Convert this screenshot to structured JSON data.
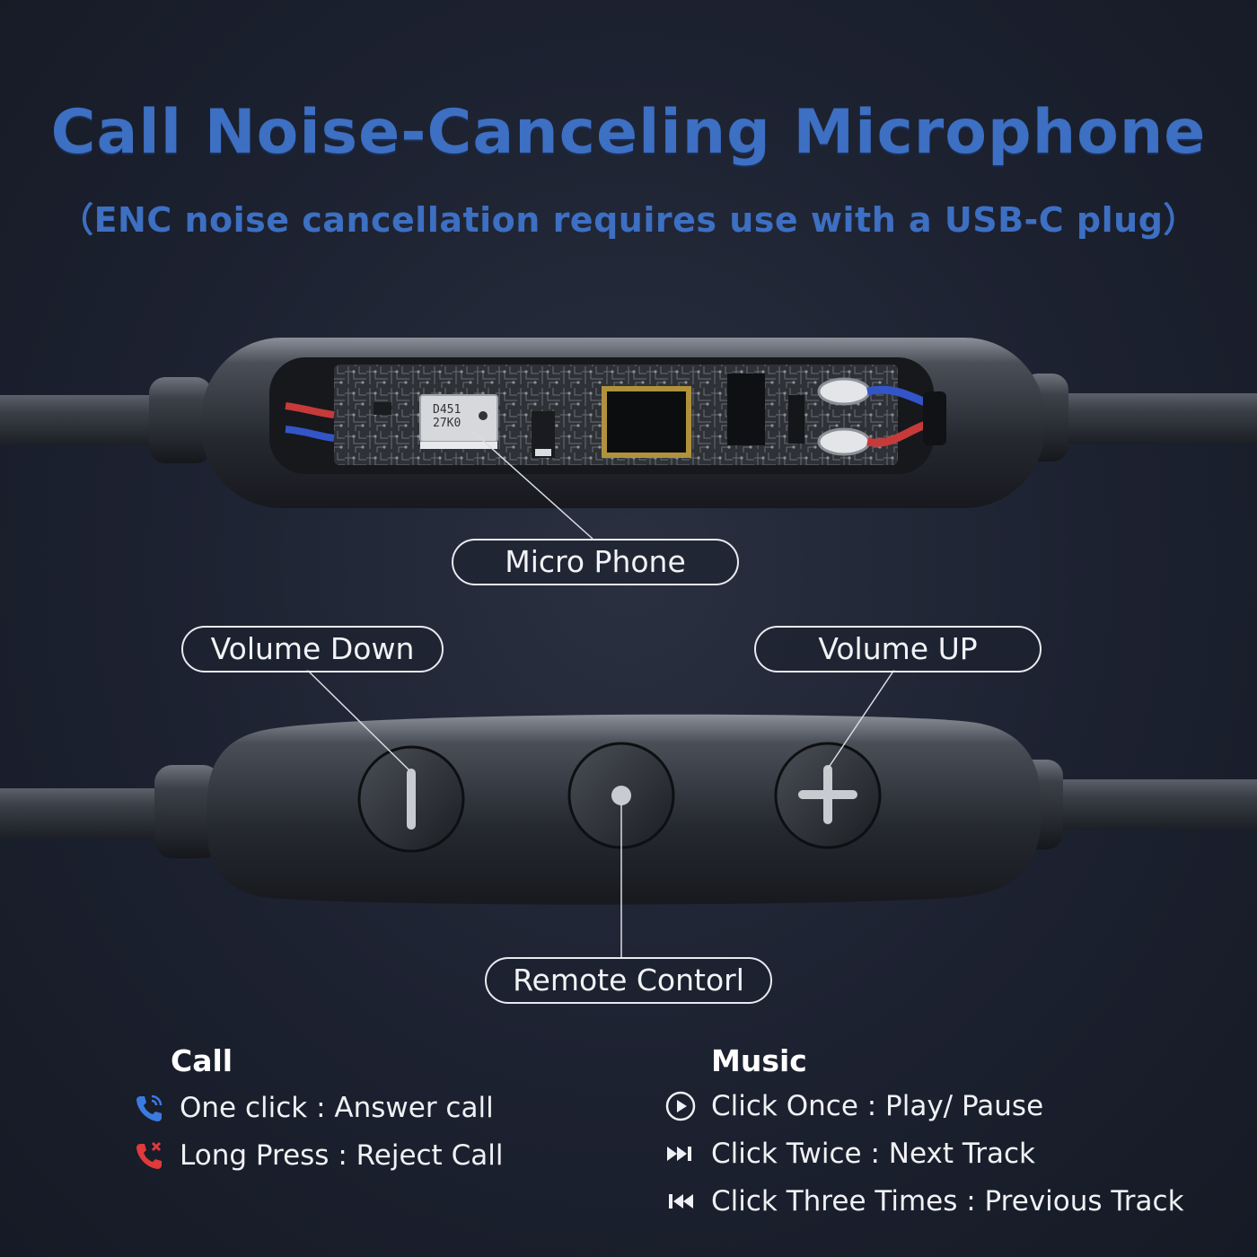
{
  "header": {
    "title": "Call Noise-Canceling Microphone",
    "subtitle": "（ENC noise cancellation requires use with a USB-C plug）"
  },
  "chip": {
    "marking_line1": "D451",
    "marking_line2": "27K0"
  },
  "labels": {
    "micro_phone": "Micro Phone",
    "volume_down": "Volume Down",
    "volume_up": "Volume UP",
    "remote_control": "Remote Contorl"
  },
  "call": {
    "heading": "Call",
    "items": [
      {
        "icon": "phone-answer-icon",
        "text": "One click : Answer call"
      },
      {
        "icon": "phone-reject-icon",
        "text": "Long Press : Reject Call"
      }
    ]
  },
  "music": {
    "heading": "Music",
    "items": [
      {
        "icon": "play-pause-icon",
        "text": "Click Once : Play/ Pause"
      },
      {
        "icon": "next-track-icon",
        "text": "Click Twice : Next Track"
      },
      {
        "icon": "previous-track-icon",
        "text": "Click Three Times : Previous Track"
      }
    ]
  },
  "colors": {
    "title_blue": "#3d6fc2",
    "background": "#1c2130",
    "answer_icon": "#3b7be0",
    "reject_icon": "#e03a3a"
  }
}
